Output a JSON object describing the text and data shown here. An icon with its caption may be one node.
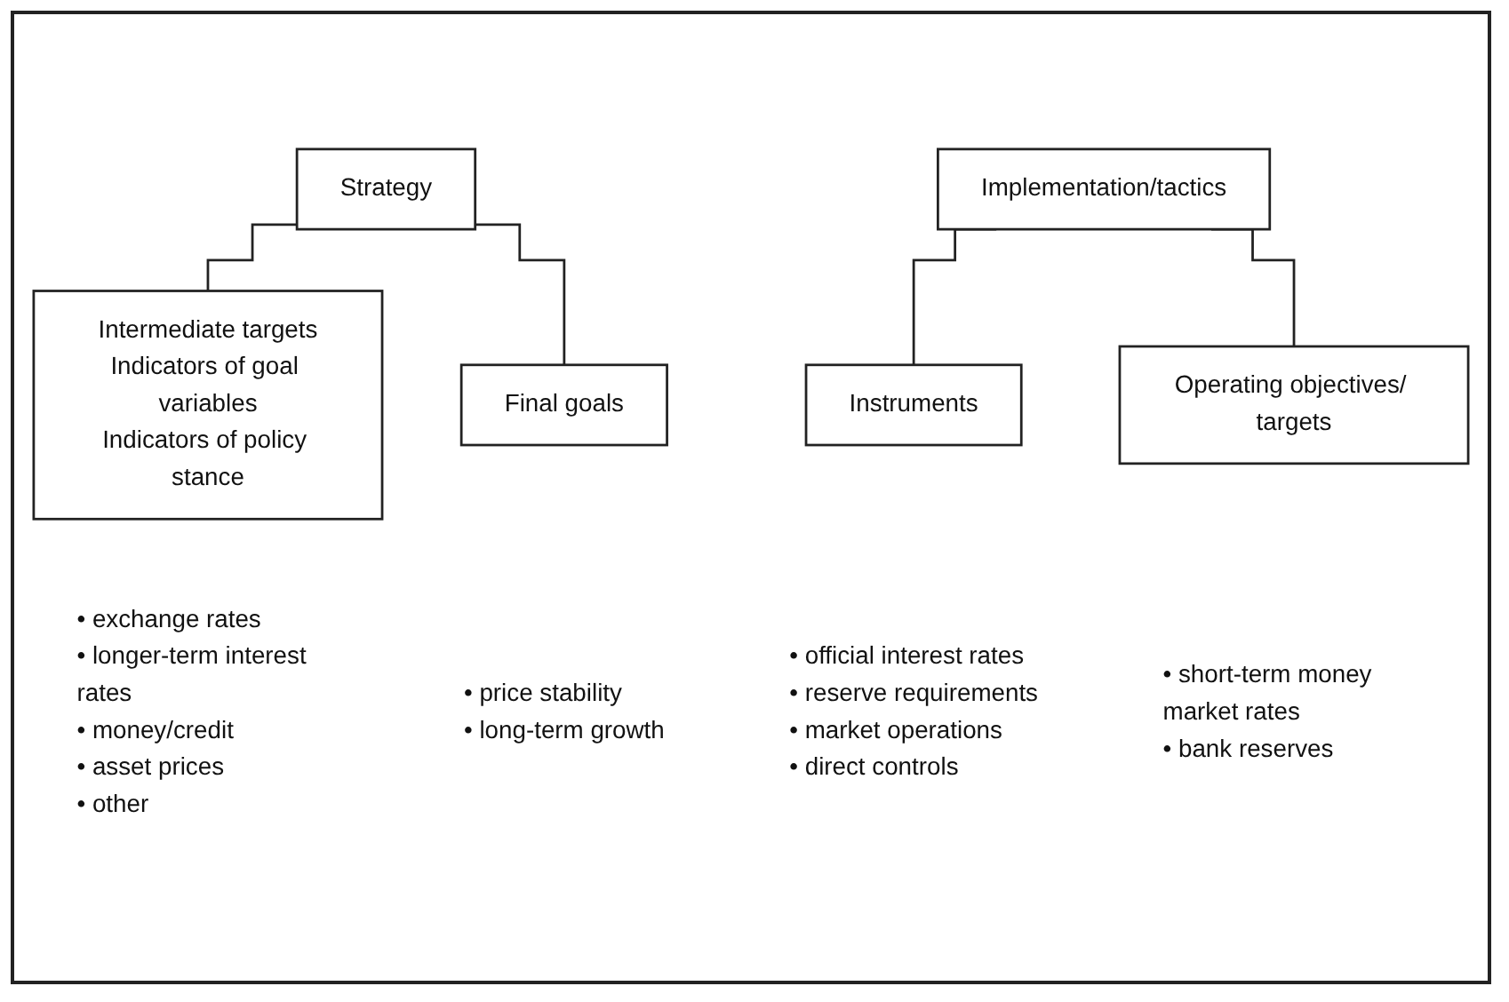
{
  "diagram": {
    "nodes": [
      {
        "text": [
          "Strategy"
        ]
      },
      {
        "text": [
          "Implementation/tactics"
        ]
      },
      {
        "text": [
          "Intermediate targets",
          "Indicators of goal variables",
          "Indicators of policy stance"
        ],
        "beside": [
          "• exchange rates",
          "• longer-term interest rates",
          "• money/credit",
          "• asset prices",
          "• other"
        ]
      },
      {
        "text": [
          "Final goals"
        ],
        "beside": [
          "• price stability",
          "• long-term growth"
        ]
      },
      {
        "text": [
          "Instruments"
        ],
        "beside": [
          "• official interest rates",
          "• reserve requirements",
          "• market operations",
          "• direct controls"
        ]
      },
      {
        "text": [
          "Operating objectives/ targets"
        ],
        "beside": [
          "• short-term money market rates",
          "• bank reserves"
        ]
      }
    ],
    "edges": [
      {
        "from": 0,
        "to": 2,
        "arrow": "none"
      },
      {
        "from": 0,
        "to": 3,
        "arrow": "none"
      },
      {
        "from": 1,
        "to": 4,
        "arrow": "none"
      },
      {
        "from": 1,
        "to": 5,
        "arrow": "none"
      }
    ]
  }
}
